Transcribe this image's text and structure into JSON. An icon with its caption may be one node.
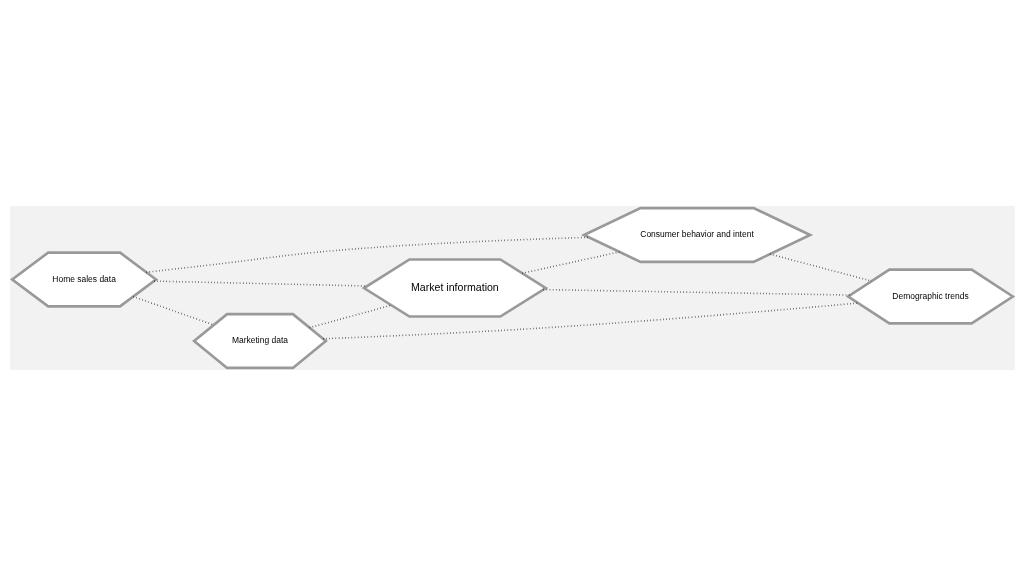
{
  "diagram": {
    "nodes": [
      {
        "text": [
          "Home sales data"
        ]
      },
      {
        "text": [
          "Consumer behavior and intent"
        ]
      },
      {
        "text": [
          "Market information"
        ]
      },
      {
        "text": [
          "Demographic trends"
        ]
      },
      {
        "text": [
          "Marketing data"
        ]
      }
    ],
    "edges": [
      {
        "from": 0,
        "to": 1,
        "arrow": "none"
      },
      {
        "from": 0,
        "to": 2,
        "arrow": "none"
      },
      {
        "from": 0,
        "to": 4,
        "arrow": "none"
      },
      {
        "from": 4,
        "to": 2,
        "arrow": "none"
      },
      {
        "from": 4,
        "to": 3,
        "arrow": "none"
      },
      {
        "from": 2,
        "to": 1,
        "arrow": "none"
      },
      {
        "from": 2,
        "to": 3,
        "arrow": "none"
      },
      {
        "from": 1,
        "to": 3,
        "arrow": "none"
      }
    ]
  }
}
